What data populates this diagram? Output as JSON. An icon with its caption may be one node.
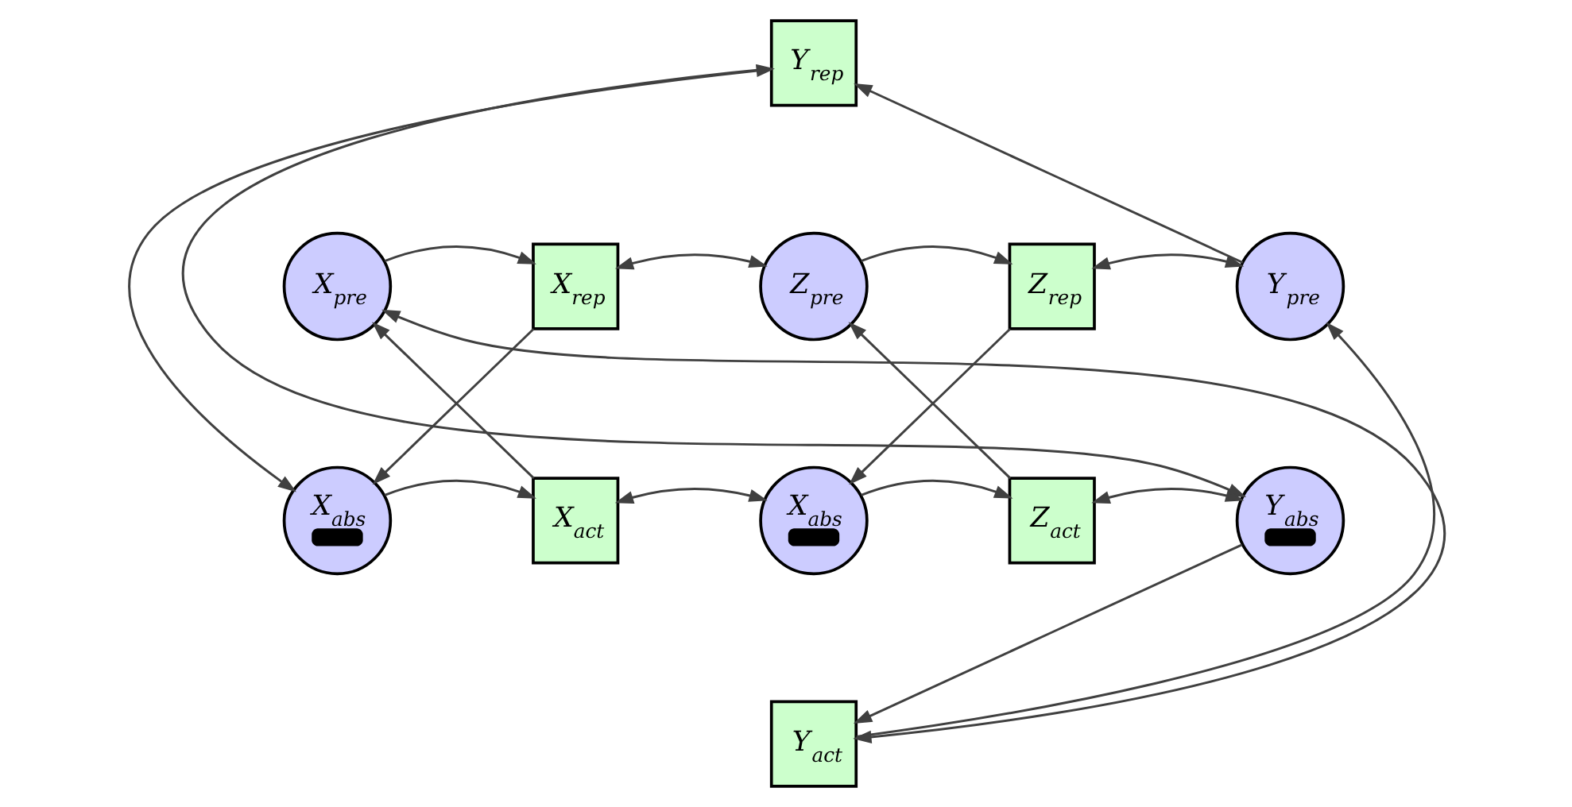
{
  "diagram": {
    "nodes": [
      {
        "text": [
          "Y$_{rep}$"
        ]
      },
      {
        "text": [
          "X$_{pre}$"
        ]
      },
      {
        "text": [
          "X$_{rep}$"
        ]
      },
      {
        "text": [
          "Z$_{pre}$"
        ]
      },
      {
        "text": [
          "Z$_{rep}$"
        ]
      },
      {
        "text": [
          "Y$_{pre}$"
        ]
      },
      {
        "text": [
          "X$_{abs}$"
        ]
      },
      {
        "text": [
          "X$_{act}$"
        ]
      },
      {
        "text": [
          "X$_{abs}$"
        ]
      },
      {
        "text": [
          "Z$_{act}$"
        ]
      },
      {
        "text": [
          "Y$_{abs}$"
        ]
      },
      {
        "text": [
          "Y$_{act}$"
        ]
      }
    ],
    "edges": [
      {
        "from": 1,
        "to": 2,
        "arrow": "to"
      },
      {
        "from": 2,
        "to": 3,
        "arrow": "both"
      },
      {
        "from": 3,
        "to": 4,
        "arrow": "to"
      },
      {
        "from": 4,
        "to": 5,
        "arrow": "both"
      },
      {
        "from": 6,
        "to": 7,
        "arrow": "to"
      },
      {
        "from": 7,
        "to": 8,
        "arrow": "both"
      },
      {
        "from": 8,
        "to": 9,
        "arrow": "to"
      },
      {
        "from": 9,
        "to": 10,
        "arrow": "both"
      },
      {
        "from": 2,
        "to": 6,
        "arrow": "to"
      },
      {
        "from": 7,
        "to": 1,
        "arrow": "to"
      },
      {
        "from": 4,
        "to": 8,
        "arrow": "to"
      },
      {
        "from": 9,
        "to": 3,
        "arrow": "to"
      },
      {
        "from": 5,
        "to": 0,
        "arrow": "to"
      },
      {
        "from": 0,
        "to": 10,
        "arrow": "to"
      },
      {
        "from": 0,
        "to": 6,
        "arrow": "both"
      },
      {
        "from": 11,
        "to": 1,
        "arrow": "both"
      },
      {
        "from": 10,
        "to": 11,
        "arrow": "to"
      },
      {
        "from": 11,
        "to": 5,
        "arrow": "to"
      }
    ]
  }
}
